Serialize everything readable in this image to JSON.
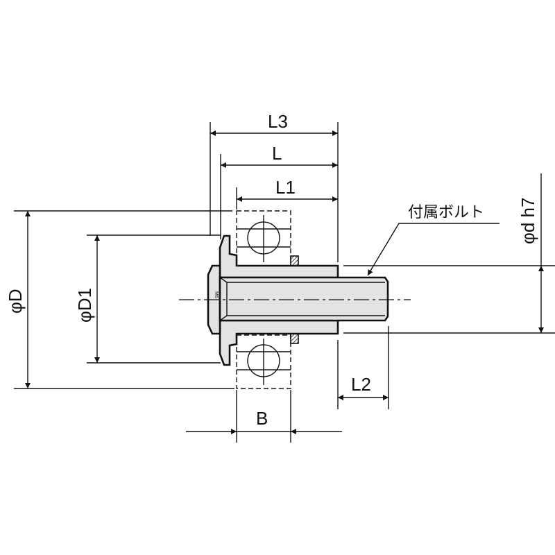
{
  "labels": {
    "L3": "L3",
    "L": "L",
    "L1": "L1",
    "L2": "L2",
    "B": "B",
    "phiD": "φD",
    "phiD1": "φD1",
    "phid_h7": "φd h7",
    "bolt": "付属ボルト",
    "bolt_mark": "M6"
  }
}
